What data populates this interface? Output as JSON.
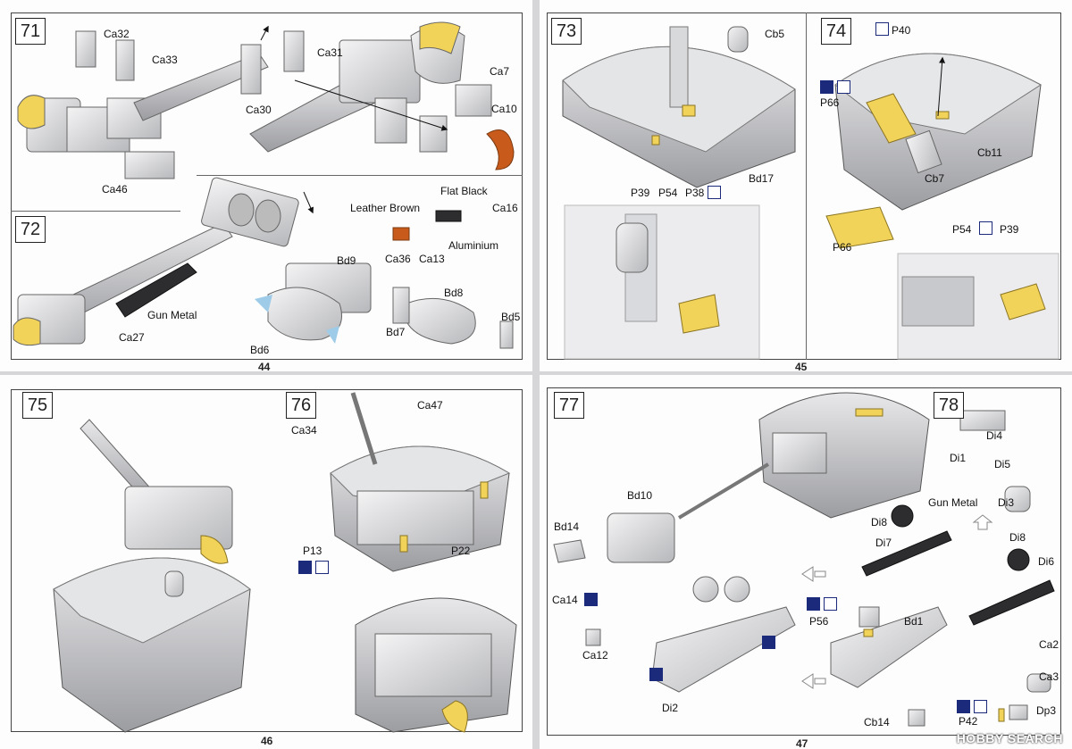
{
  "pages": [
    {
      "number": "44"
    },
    {
      "number": "45"
    },
    {
      "number": "46"
    },
    {
      "number": "47"
    }
  ],
  "steps": {
    "s71": "71",
    "s72": "72",
    "s73": "73",
    "s74": "74",
    "s75": "75",
    "s76": "76",
    "s77": "77",
    "s78": "78"
  },
  "labels": {
    "ca32": "Ca32",
    "ca33": "Ca33",
    "ca31": "Ca31",
    "ca30": "Ca30",
    "ca7": "Ca7",
    "ca10": "Ca10",
    "ca46": "Ca46",
    "bd9": "Bd9",
    "bd8": "Bd8",
    "bd7": "Bd7",
    "bd5": "Bd5",
    "bd6": "Bd6",
    "gun_metal_72": "Gun Metal",
    "ca27": "Ca27",
    "leather_brown": "Leather Brown",
    "flat_black": "Flat Black",
    "ca16": "Ca16",
    "aluminium": "Aluminium",
    "ca36": "Ca36",
    "ca13": "Ca13",
    "cb5": "Cb5",
    "bd17": "Bd17",
    "p39_73": "P39",
    "p54_73": "P54",
    "p38": "P38",
    "p40": "P40",
    "p66a": "P66",
    "cb11": "Cb11",
    "cb7": "Cb7",
    "p54_74": "P54",
    "p39_74": "P39",
    "p66b": "P66",
    "ca47": "Ca47",
    "ca34": "Ca34",
    "p13": "P13",
    "p22": "P22",
    "bd10": "Bd10",
    "bd14": "Bd14",
    "ca14": "Ca14",
    "ca12": "Ca12",
    "di2": "Di2",
    "p56": "P56",
    "bd1": "Bd1",
    "cb14": "Cb14",
    "p42": "P42",
    "di1": "Di1",
    "di4": "Di4",
    "di5": "Di5",
    "di3": "Di3",
    "di8a": "Di8",
    "gun_metal_78": "Gun Metal",
    "di7": "Di7",
    "di8b": "Di8",
    "di6": "Di6",
    "ca2": "Ca2",
    "ca3": "Ca3",
    "dp3": "Dp3"
  },
  "watermark": "HOBBY SEARCH",
  "colors": {
    "etch": "#f2d35a",
    "red": "#c85a1c",
    "hull": "#cfd0d2",
    "frame": "#444444",
    "icon": "#1b2a7a"
  }
}
